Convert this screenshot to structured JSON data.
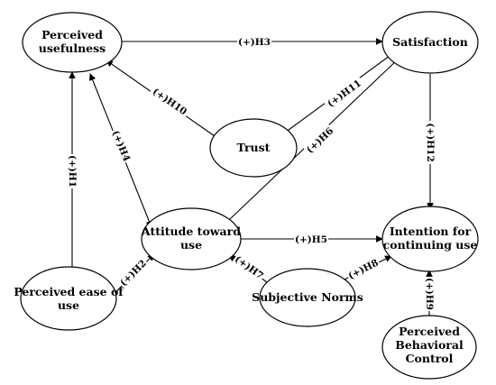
{
  "nodes": {
    "pu": {
      "lines": [
        "Perceived",
        "usefulness"
      ]
    },
    "sat": {
      "lines": [
        "Satisfaction"
      ]
    },
    "trust": {
      "lines": [
        "Trust"
      ]
    },
    "att": {
      "lines": [
        "Attitude toward",
        "use"
      ]
    },
    "int": {
      "lines": [
        "Intention for",
        "continuing use"
      ]
    },
    "peou": {
      "lines": [
        "Perceived ease of",
        "use"
      ]
    },
    "sn": {
      "lines": [
        "Subjective Norms"
      ]
    },
    "pbc": {
      "lines": [
        "Perceived",
        "Behavioral",
        "Control"
      ]
    }
  },
  "hypotheses": {
    "h1": "(+)H1",
    "h2": "(+)H2",
    "h3": "(+)H3",
    "h4": "(+)H4",
    "h5": "(+)H5",
    "h6": "(+)H6",
    "h7": "(+)H7",
    "h8": "(+)H8",
    "h9": "(+)H9",
    "h10": "(+)H10",
    "h11": "(+)H11",
    "h12": "(+)H12"
  }
}
